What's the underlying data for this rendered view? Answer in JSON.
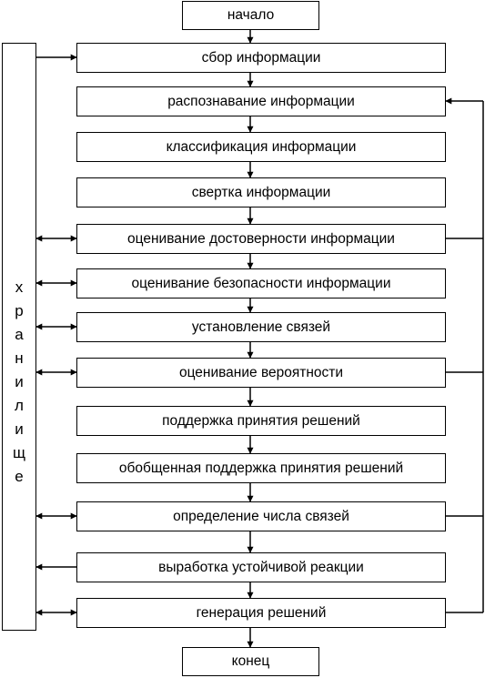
{
  "start": "начало",
  "end": "конец",
  "storage": {
    "letters": [
      "х",
      "р",
      "а",
      "н",
      "и",
      "л",
      "и",
      "щ",
      "е"
    ]
  },
  "steps": [
    "сбор информации",
    "распознавание информации",
    "классификация информации",
    "свертка информации",
    "оценивание достоверности информации",
    "оценивание безопасности информации",
    "установление связей",
    "оценивание вероятности",
    "поддержка принятия решений",
    "обобщенная поддержка принятия решений",
    "определение числа связей",
    "выработка устойчивой реакции",
    "генерация решений"
  ]
}
